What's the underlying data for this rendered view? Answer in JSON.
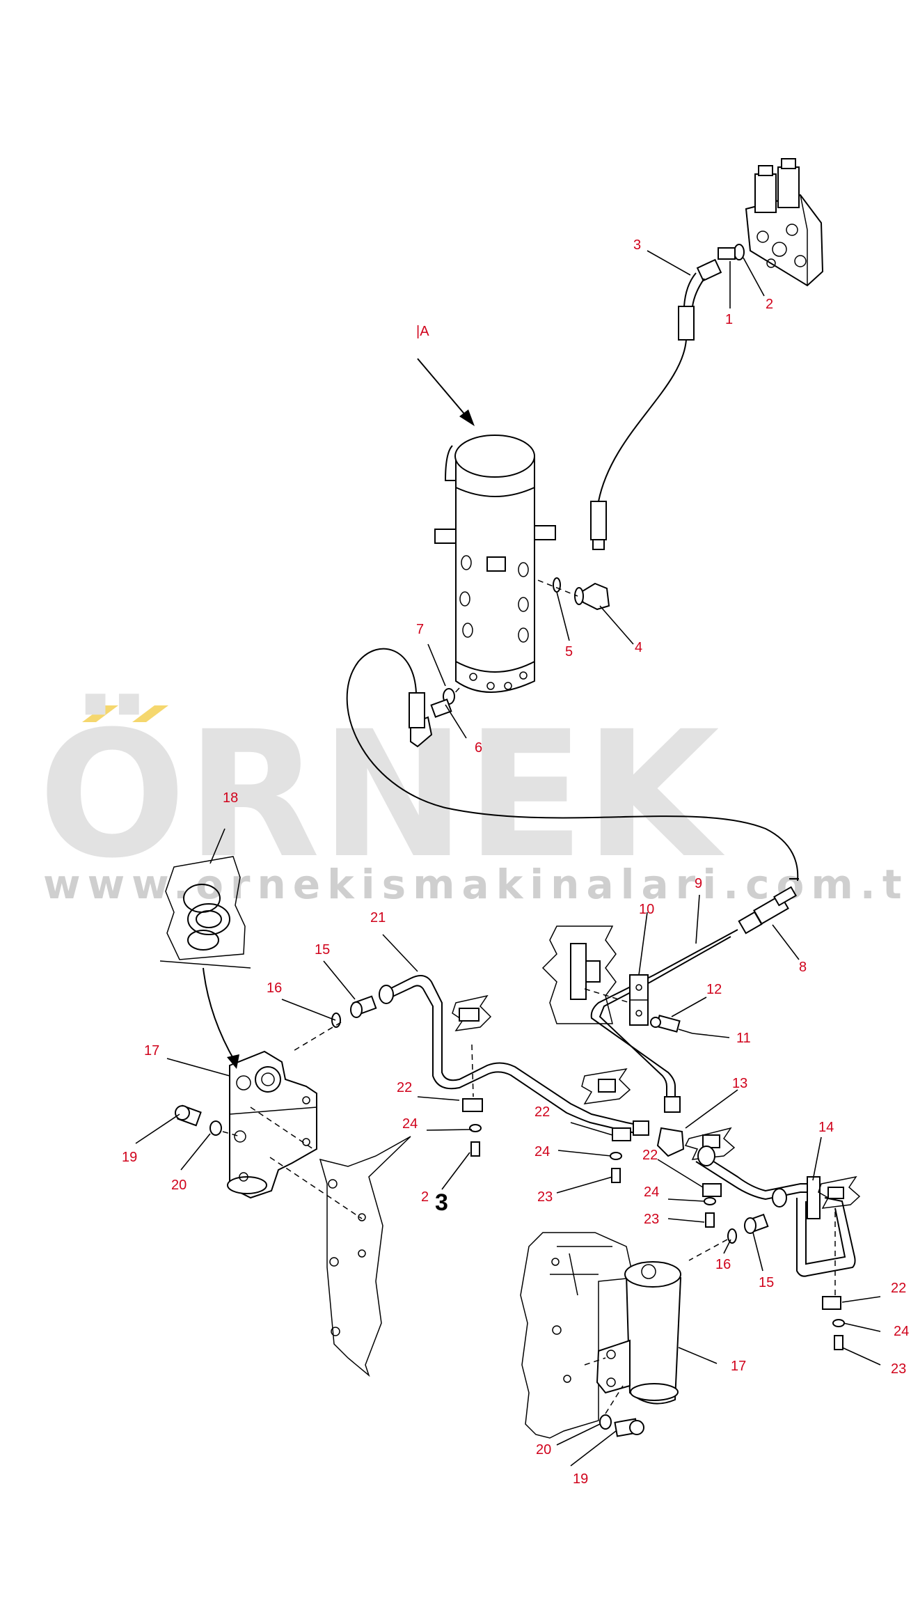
{
  "watermark": {
    "brand": "ÖRNEK",
    "url": "www.ornekismakinalari.com.tr",
    "accent_color": "#f5d76e"
  },
  "view_label": "|A",
  "detail_ref": "3",
  "callouts": {
    "c1": "1",
    "c2": "2",
    "c3": "3",
    "c4": "4",
    "c5": "5",
    "c6": "6",
    "c7": "7",
    "c8": "8",
    "c9": "9",
    "c10": "10",
    "c11": "11",
    "c12": "12",
    "c13": "13",
    "c14": "14",
    "c15a": "15",
    "c15b": "15",
    "c16a": "16",
    "c16b": "16",
    "c17a": "17",
    "c17b": "17",
    "c18": "18",
    "c19a": "19",
    "c19b": "19",
    "c20a": "20",
    "c20b": "20",
    "c21": "21",
    "c22a": "22",
    "c22b": "22",
    "c22c": "22",
    "c22d": "22",
    "c23a": "2",
    "c23b": "23",
    "c23c": "23",
    "c23d": "23",
    "c24a": "24",
    "c24b": "24",
    "c24c": "24",
    "c24d": "24"
  },
  "colors": {
    "callout": "#d0021b",
    "line": "#000000",
    "watermark": "#e2e2e2"
  }
}
